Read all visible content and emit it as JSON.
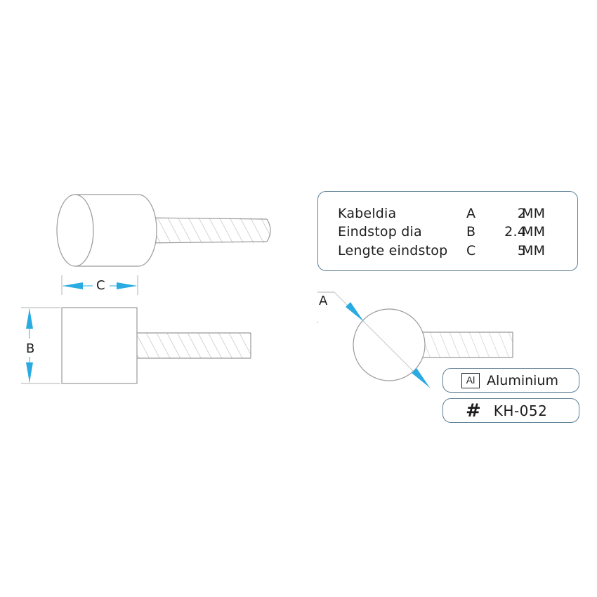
{
  "specs": {
    "rows": [
      {
        "label": "Kabeldia",
        "letter": "A",
        "value": "2",
        "unit": "MM"
      },
      {
        "label": "Eindstop dia",
        "letter": "B",
        "value": "2.4",
        "unit": "MM"
      },
      {
        "label": "Lengte eindstop",
        "letter": "C",
        "value": "5",
        "unit": "MM"
      }
    ]
  },
  "material": {
    "symbol": "Al",
    "name": "Aluminium"
  },
  "code": {
    "symbol": "#",
    "value": "KH-052"
  },
  "dimensions": {
    "a_label": "A",
    "b_label": "B",
    "c_label": "C"
  },
  "colors": {
    "arrow": "#29abe2",
    "outline": "#5d7f95",
    "line": "#9a9a9a"
  }
}
